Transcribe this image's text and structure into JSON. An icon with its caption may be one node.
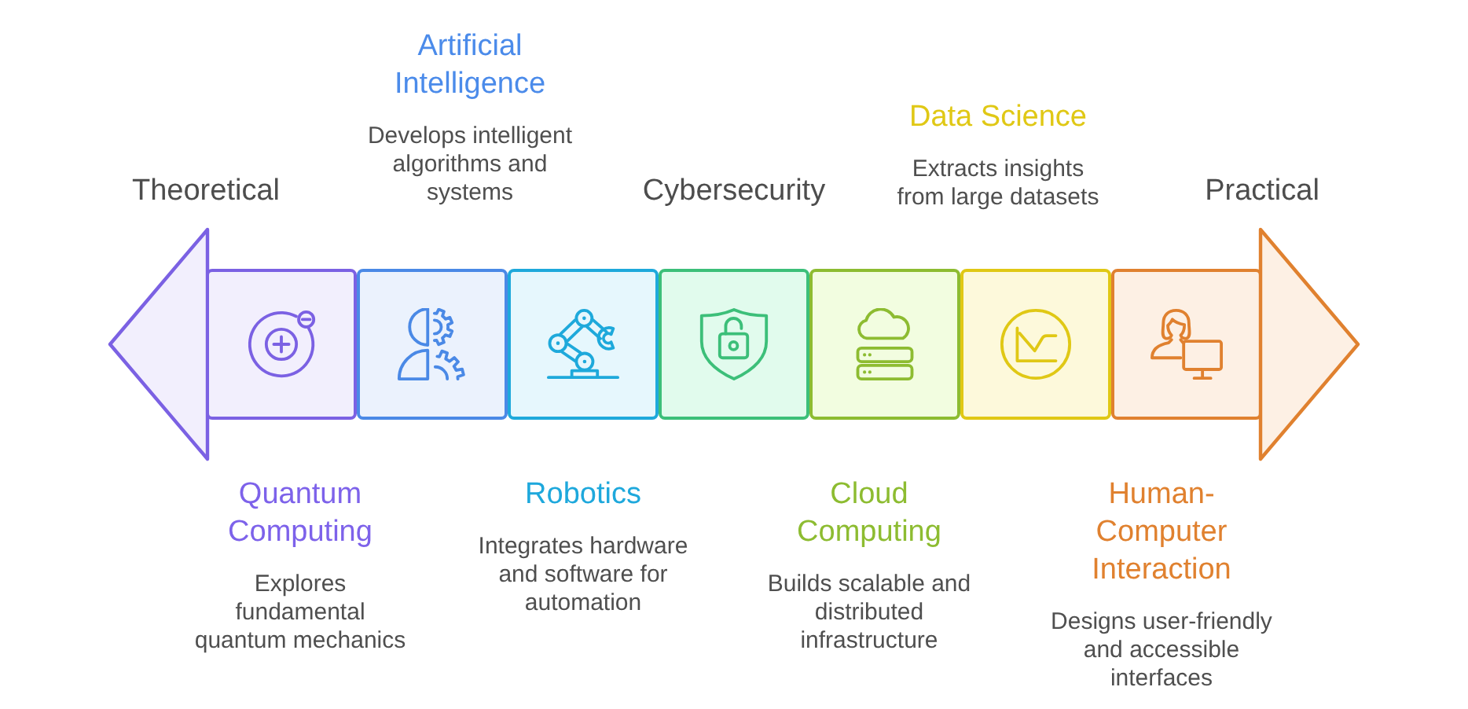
{
  "diagram": {
    "nodes": [
      {
        "text": [
          "Theoretical"
        ]
      },
      {
        "text": [
          "Quantum Computing",
          "Explores fundamental quantum mechanics"
        ]
      },
      {
        "text": [
          "Artificial Intelligence",
          "Develops intelligent algorithms and systems"
        ]
      },
      {
        "text": [
          "Robotics",
          "Integrates hardware and software for automation"
        ]
      },
      {
        "text": [
          "Cybersecurity"
        ]
      },
      {
        "text": [
          "Cloud Computing",
          "Builds scalable and distributed infrastructure"
        ]
      },
      {
        "text": [
          "Data Science",
          "Extracts insights from large datasets"
        ]
      },
      {
        "text": [
          "Human-Computer Interaction",
          "Designs user-friendly and accessible interfaces"
        ]
      },
      {
        "text": [
          "Practical"
        ]
      }
    ]
  }
}
